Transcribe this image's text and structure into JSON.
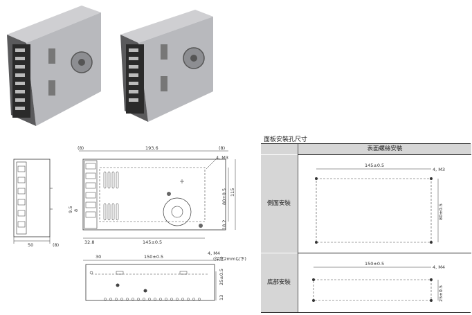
{
  "front_view": {
    "dims": {
      "clear_left": "(8)",
      "length": "193.6",
      "clear_right": "(8)",
      "holes": "4, M3",
      "h1": "80±0.5",
      "h2": "115",
      "h3": "18.2",
      "left_off": "32.8",
      "span": "145±0.5",
      "side_a": "9.5",
      "side_b": "8"
    }
  },
  "side_view": {
    "dims": {
      "width": "50",
      "clear": "(8)"
    }
  },
  "bottom_view": {
    "dims": {
      "left": "30",
      "span": "150±0.5",
      "holes": "4, M4",
      "note": "(深度2mm以下)",
      "v1": "25±0.5",
      "v2": "13"
    }
  },
  "hole_table": {
    "title": "面板安裝孔尺寸",
    "header": "表面螺絲安裝",
    "rows": [
      {
        "label": "側面安裝",
        "span": "145±0.5",
        "holes": "4, M3",
        "height": "80±0.5"
      },
      {
        "label": "底部安裝",
        "span": "150±0.5",
        "holes": "4, M4",
        "height": "25±0.5"
      }
    ]
  }
}
